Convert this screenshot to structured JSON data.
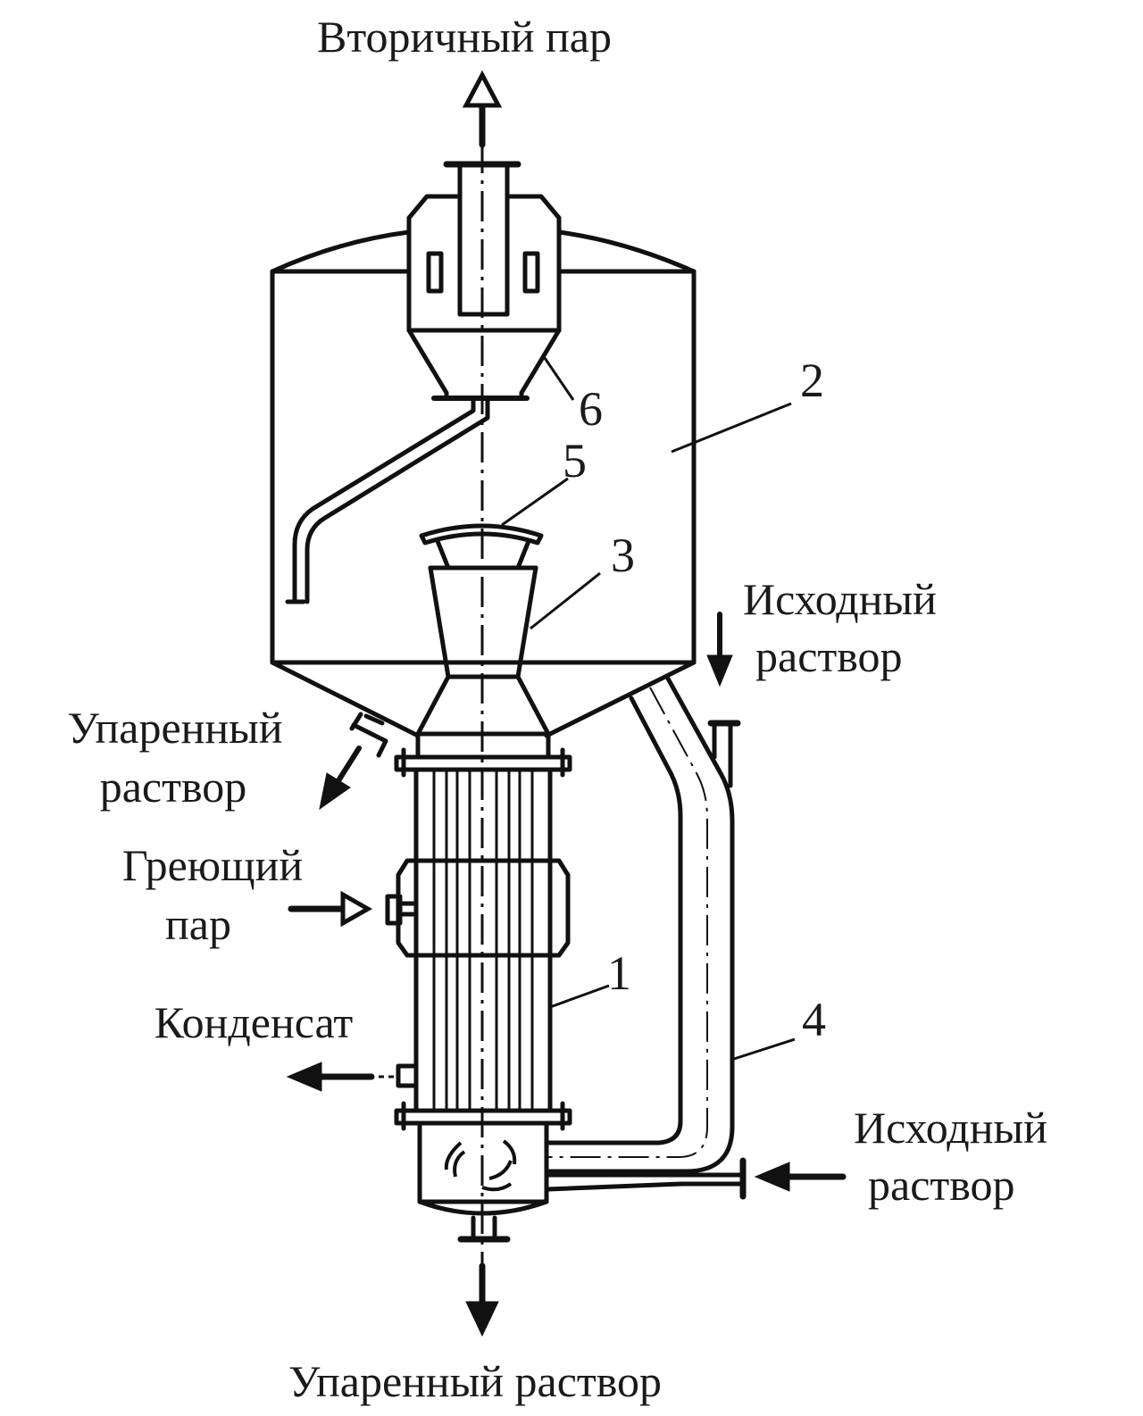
{
  "labels": {
    "secondary_steam": "Вторичный пар",
    "feed_upper_1": "Исходный",
    "feed_upper_2": "раствор",
    "evap_side_1": "Упаренный",
    "evap_side_2": "раствор",
    "heating_steam_1": "Греющий",
    "heating_steam_2": "пар",
    "condensate": "Конденсат",
    "feed_lower_1": "Исходный",
    "feed_lower_2": "раствор",
    "evap_bottom": "Упаренный раствор"
  },
  "callouts": {
    "heating_chamber": "1",
    "separator": "2",
    "pipe_3": "3",
    "circulation_pipe": "4",
    "reflector": "5",
    "droplet_separator": "6"
  }
}
